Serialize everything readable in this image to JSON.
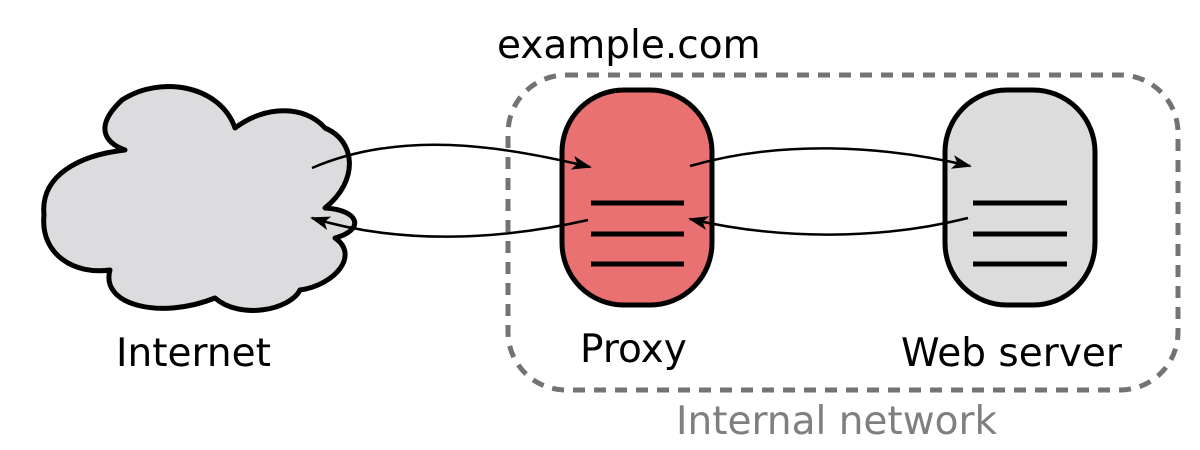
{
  "domain_title": "example.com",
  "zone_label": "Internal network",
  "nodes": {
    "internet": {
      "label": "Internet",
      "fill": "#dcdcde"
    },
    "proxy": {
      "label": "Proxy",
      "fill": "#e97172"
    },
    "web_server": {
      "label": "Web server",
      "fill": "#dcdcdc"
    }
  },
  "colors": {
    "outline": "#000000",
    "zone_border": "#737373",
    "zone_label": "#7f7f7f"
  }
}
